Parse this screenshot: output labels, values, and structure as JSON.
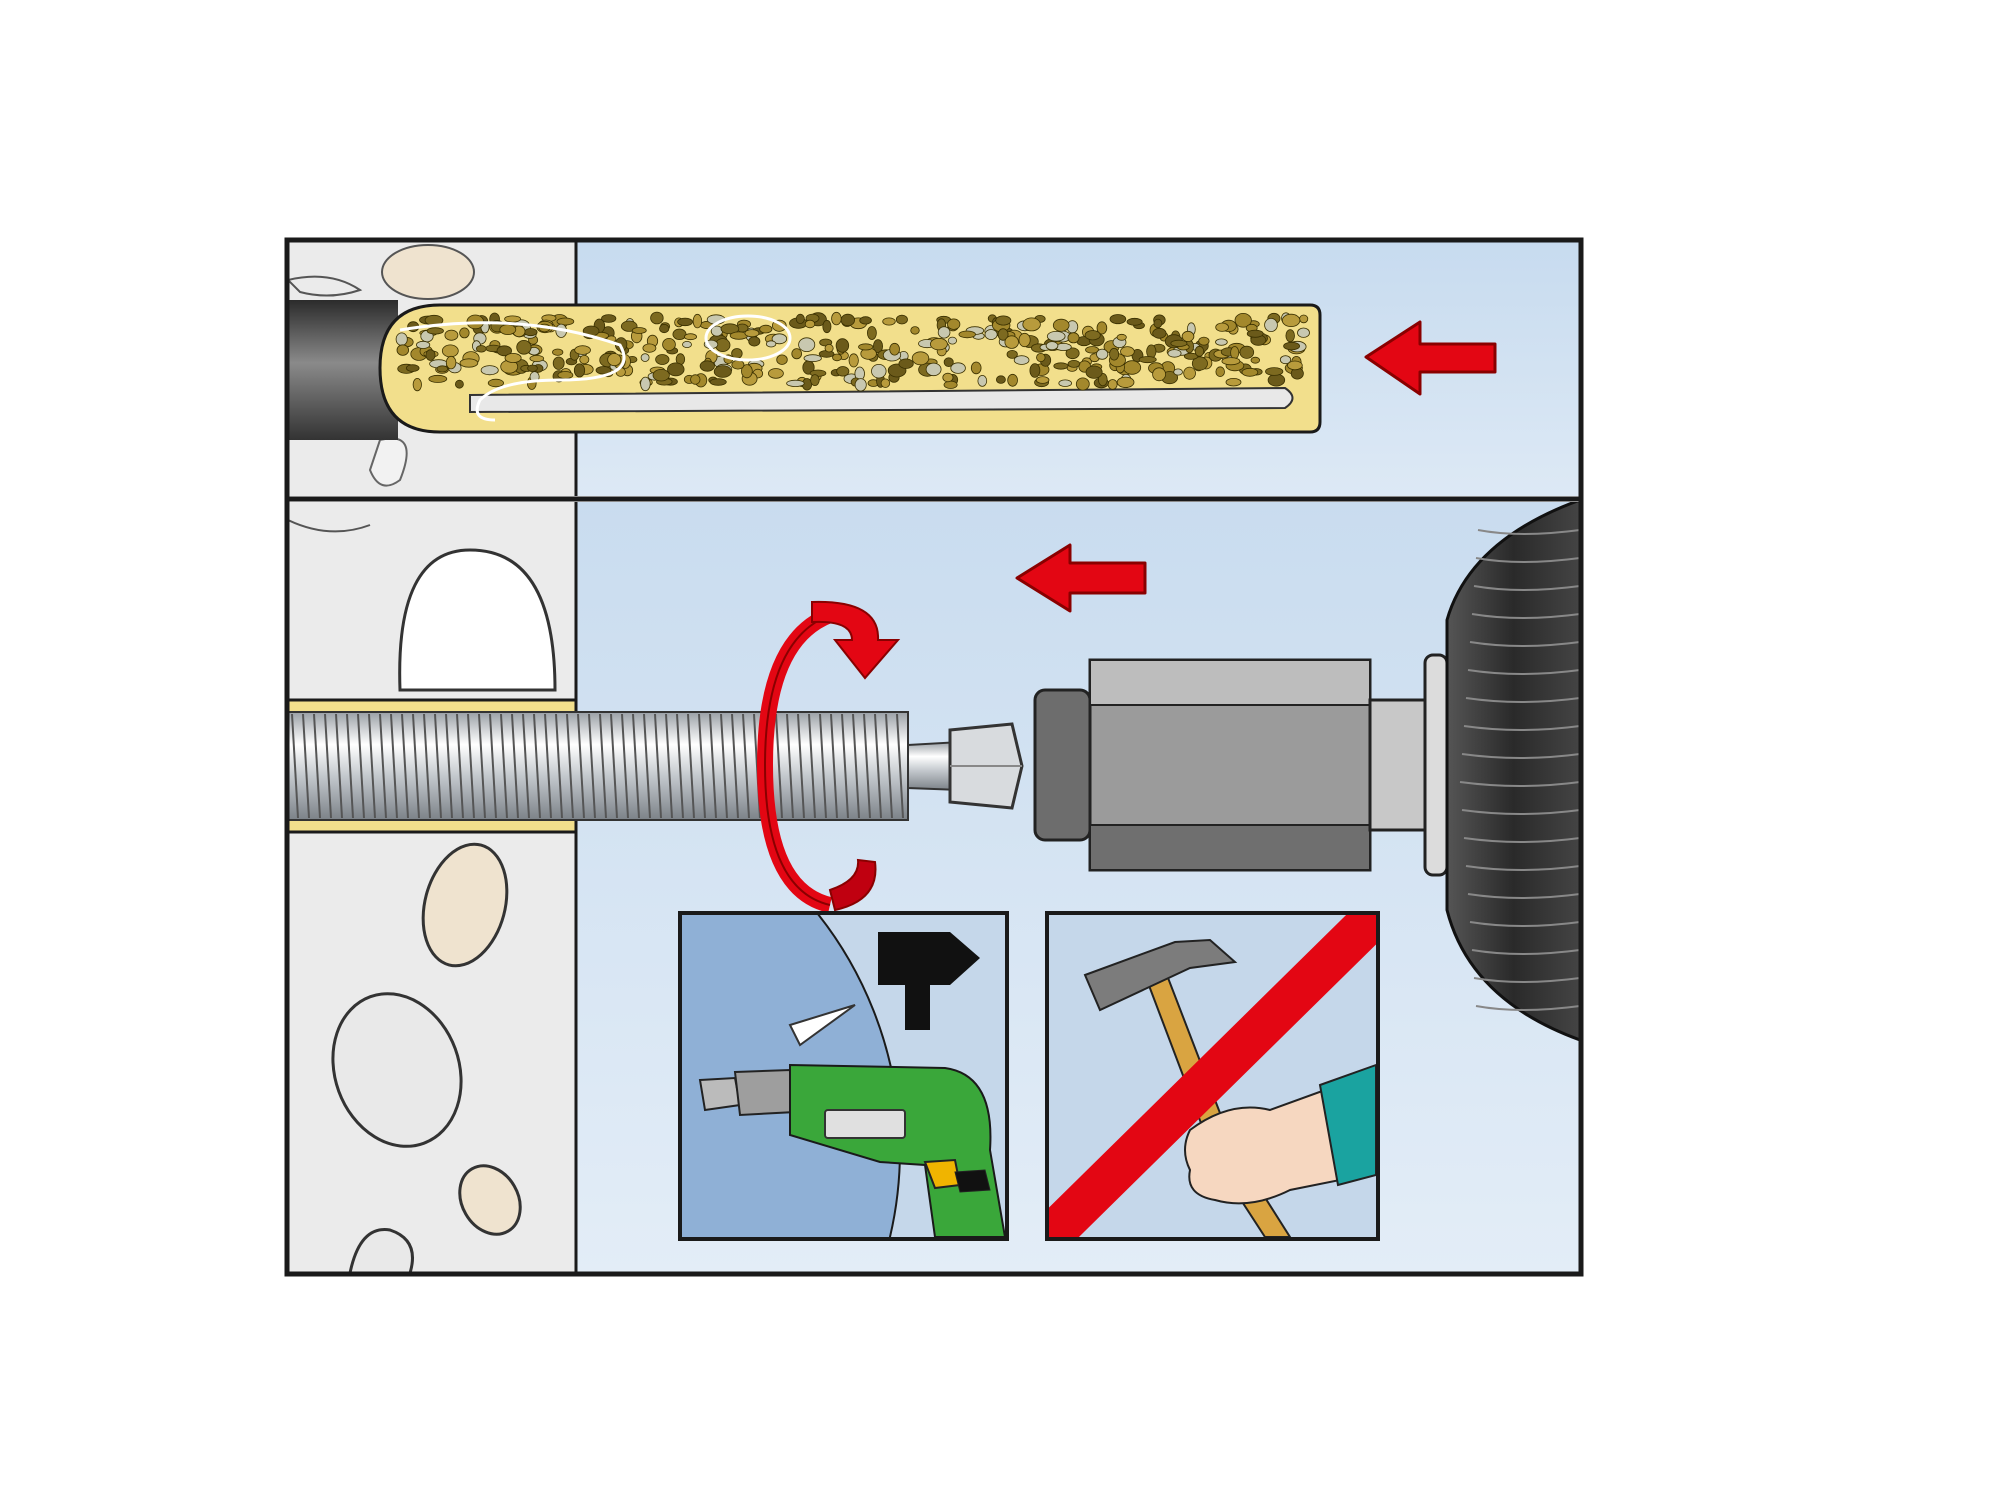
{
  "figure": {
    "kind": "installation-instruction-illustration",
    "panels": [
      {
        "id": "insert-capsule",
        "description_icons": [
          "wall-section",
          "drilled-hole",
          "resin-capsule",
          "insert-direction-arrow"
        ]
      },
      {
        "id": "drive-threaded-rod",
        "description_icons": [
          "wall-section",
          "threaded-rod",
          "rotation-arrow",
          "insert-direction-arrow",
          "setting-adapter",
          "drill-chuck"
        ]
      }
    ],
    "subpanels": [
      {
        "id": "use-rotary-drill",
        "allowed": true,
        "icons": [
          "hammer-drill-mode-icon",
          "drill-icon"
        ]
      },
      {
        "id": "no-hammer",
        "allowed": false,
        "icons": [
          "hammer-icon",
          "hand-icon",
          "prohibition-slash-icon"
        ]
      }
    ]
  },
  "colors": {
    "frame": "#1a1a1a",
    "background_blue": "#cfe0f1",
    "wall_gray": "#ebebeb",
    "arrow_red": "#e30613",
    "capsule_yellow": "#f2df8c",
    "gravel": "#a3882c",
    "drill_green": "#3aa73a",
    "chuck_dark": "#3b3b3b",
    "steel": "#c8ccd0",
    "skin": "#f6d7c0",
    "sleeve_teal": "#1aa3a0",
    "handle_wood": "#d9a441"
  }
}
